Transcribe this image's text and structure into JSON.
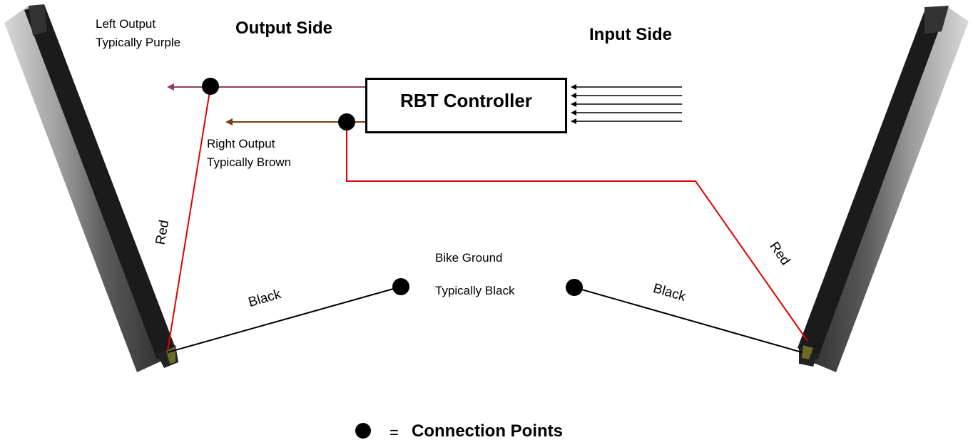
{
  "headings": {
    "output_side": "Output Side",
    "input_side": "Input Side"
  },
  "controller": {
    "label": "RBT Controller",
    "input_line_count": 5
  },
  "outputs": {
    "left": {
      "line1": "Left Output",
      "line2": "Typically Purple",
      "color": "#8b3a62"
    },
    "right": {
      "line1": "Right Output",
      "line2": "Typically Brown",
      "color": "#7a3b0c"
    }
  },
  "ground": {
    "line1": "Bike Ground",
    "line2": "Typically Black"
  },
  "wires": {
    "red_left": "Red",
    "red_right": "Red",
    "black_left": "Black",
    "black_right": "Black",
    "red_color": "#e00000",
    "black_color": "#000000"
  },
  "legend": {
    "equals": "=",
    "text": "Connection Points"
  },
  "lamp_icons": [
    "left-turn-signal-lamp",
    "right-turn-signal-lamp"
  ]
}
